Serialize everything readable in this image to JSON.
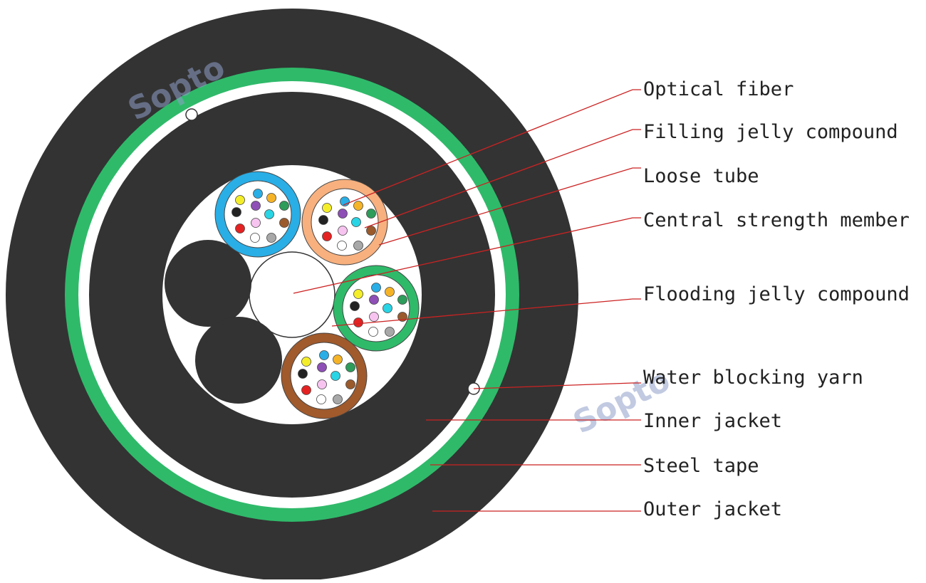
{
  "watermark": "Sopto",
  "labels": [
    "Optical fiber",
    "Filling jelly compound",
    "Loose tube",
    "Central strength member",
    "Flooding jelly compound",
    "Water blocking yarn",
    "Inner jacket",
    "Steel tape",
    "Outer jacket"
  ],
  "colors": {
    "outer_jacket": "#333333",
    "steel_tape": "#2fba6a",
    "inner_jacket": "#333333",
    "core": "#ffffff",
    "leader_line": "#cc2222",
    "tube_blue": "#29aee6",
    "tube_orange": "#f7b07e",
    "tube_green": "#2fba6a",
    "tube_brown": "#a05a2c",
    "filler": "#333333"
  },
  "fiber_colors": [
    "#29aee6",
    "#f5b428",
    "#2e9c5a",
    "#9b5a2c",
    "#a8a8a8",
    "#ffffff",
    "#e52222",
    "#222222",
    "#f4ee2a",
    "#8e4fb6",
    "#29d4e4",
    "#f7c4f0"
  ]
}
